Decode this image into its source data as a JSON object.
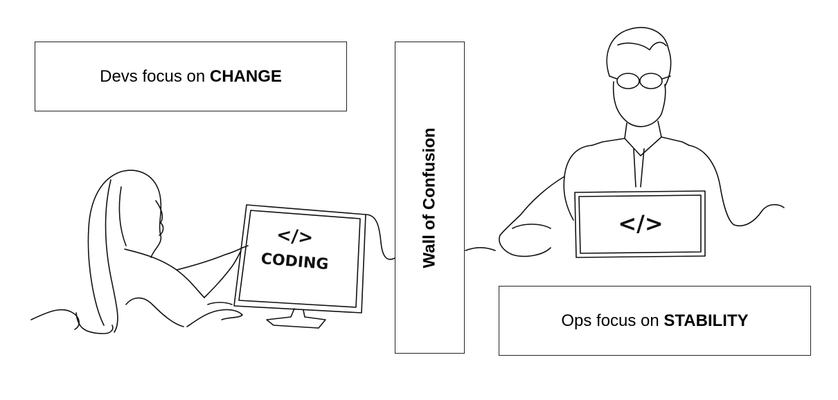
{
  "dev_box": {
    "prefix": "Devs focus on ",
    "emphasis": "CHANGE"
  },
  "ops_box": {
    "prefix": "Ops focus on ",
    "emphasis": "STABILITY"
  },
  "wall": {
    "label": "Wall of Confusion"
  },
  "dev_monitor": {
    "code_symbol": "</>",
    "caption": "CODING"
  },
  "ops_laptop": {
    "code_symbol": "</>"
  }
}
